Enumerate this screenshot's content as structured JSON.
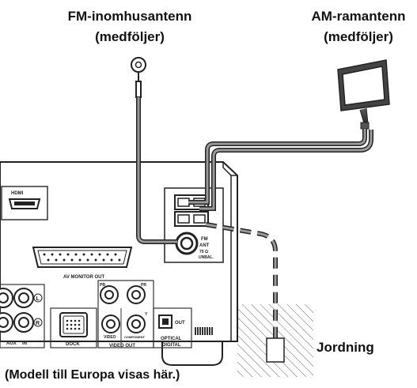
{
  "labels": {
    "fm_antenna_line1": "FM-inomhusantenn",
    "fm_antenna_line2": "(medföljer)",
    "am_antenna_line1": "AM-ramantenn",
    "am_antenna_line2": "(medföljer)",
    "ground": "Jordning",
    "footer": "(Modell till Europa visas här.)"
  },
  "panel": {
    "hdmi": "HDMI",
    "fm": "FM",
    "ant": "ANT",
    "ohm": "75 Ω",
    "unbal": "UNBAL.",
    "av_monitor_out": "AV MONITOR OUT",
    "aux": "AUX",
    "in": "IN",
    "l": "L",
    "r": "R",
    "dock": "DOCK",
    "video": "VIDEO",
    "component": "COMPONENT",
    "video_out": "VIDEO OUT",
    "optical": "OPTICAL",
    "digital": "DIGITAL",
    "out": "OUT",
    "pb": "PB",
    "pr": "PR",
    "y": "Y"
  }
}
